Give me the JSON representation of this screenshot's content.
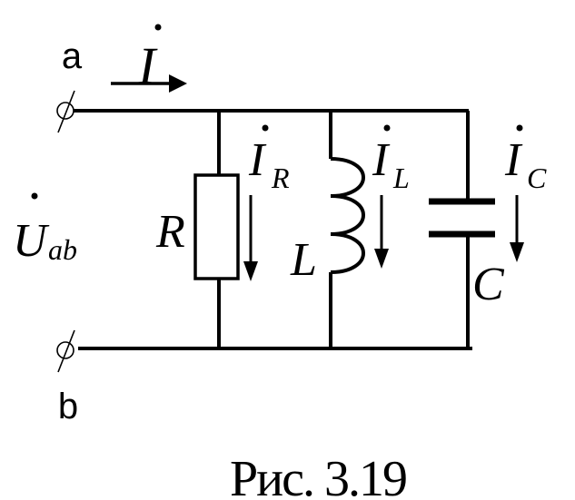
{
  "terminals": {
    "a": "a",
    "b": "b"
  },
  "total_current": {
    "symbol": "I"
  },
  "voltage": {
    "symbol": "U",
    "subscript": "ab"
  },
  "resistor": {
    "label": "R",
    "current_symbol": "I",
    "current_subscript": "R"
  },
  "inductor": {
    "label": "L",
    "current_symbol": "I",
    "current_subscript": "L"
  },
  "capacitor": {
    "label": "C",
    "current_symbol": "I",
    "current_subscript": "C"
  },
  "caption": "Рис. 3.19"
}
